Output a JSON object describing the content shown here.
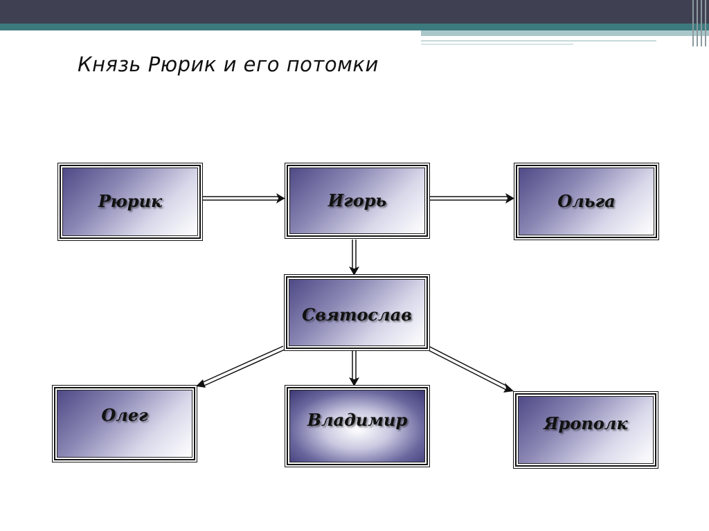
{
  "title": "Князь Рюрик и его потомки",
  "nodes": {
    "rurik": "Рюрик",
    "igor": "Игорь",
    "olga": "Ольга",
    "svyatoslav": "Святослав",
    "oleg": "Олег",
    "vladimir": "Владимир",
    "yaropolk": "Ярополк"
  },
  "colors": {
    "header_dark": "#3f4152",
    "header_teal": "#3c7a7e",
    "box_gradient_dark": "#4f4a86",
    "box_gradient_light": "#ffffff"
  },
  "edges": [
    {
      "from": "rurik",
      "to": "igor"
    },
    {
      "from": "igor",
      "to": "olga"
    },
    {
      "from": "igor",
      "to": "svyatoslav"
    },
    {
      "from": "svyatoslav",
      "to": "oleg"
    },
    {
      "from": "svyatoslav",
      "to": "vladimir"
    },
    {
      "from": "svyatoslav",
      "to": "yaropolk"
    }
  ]
}
